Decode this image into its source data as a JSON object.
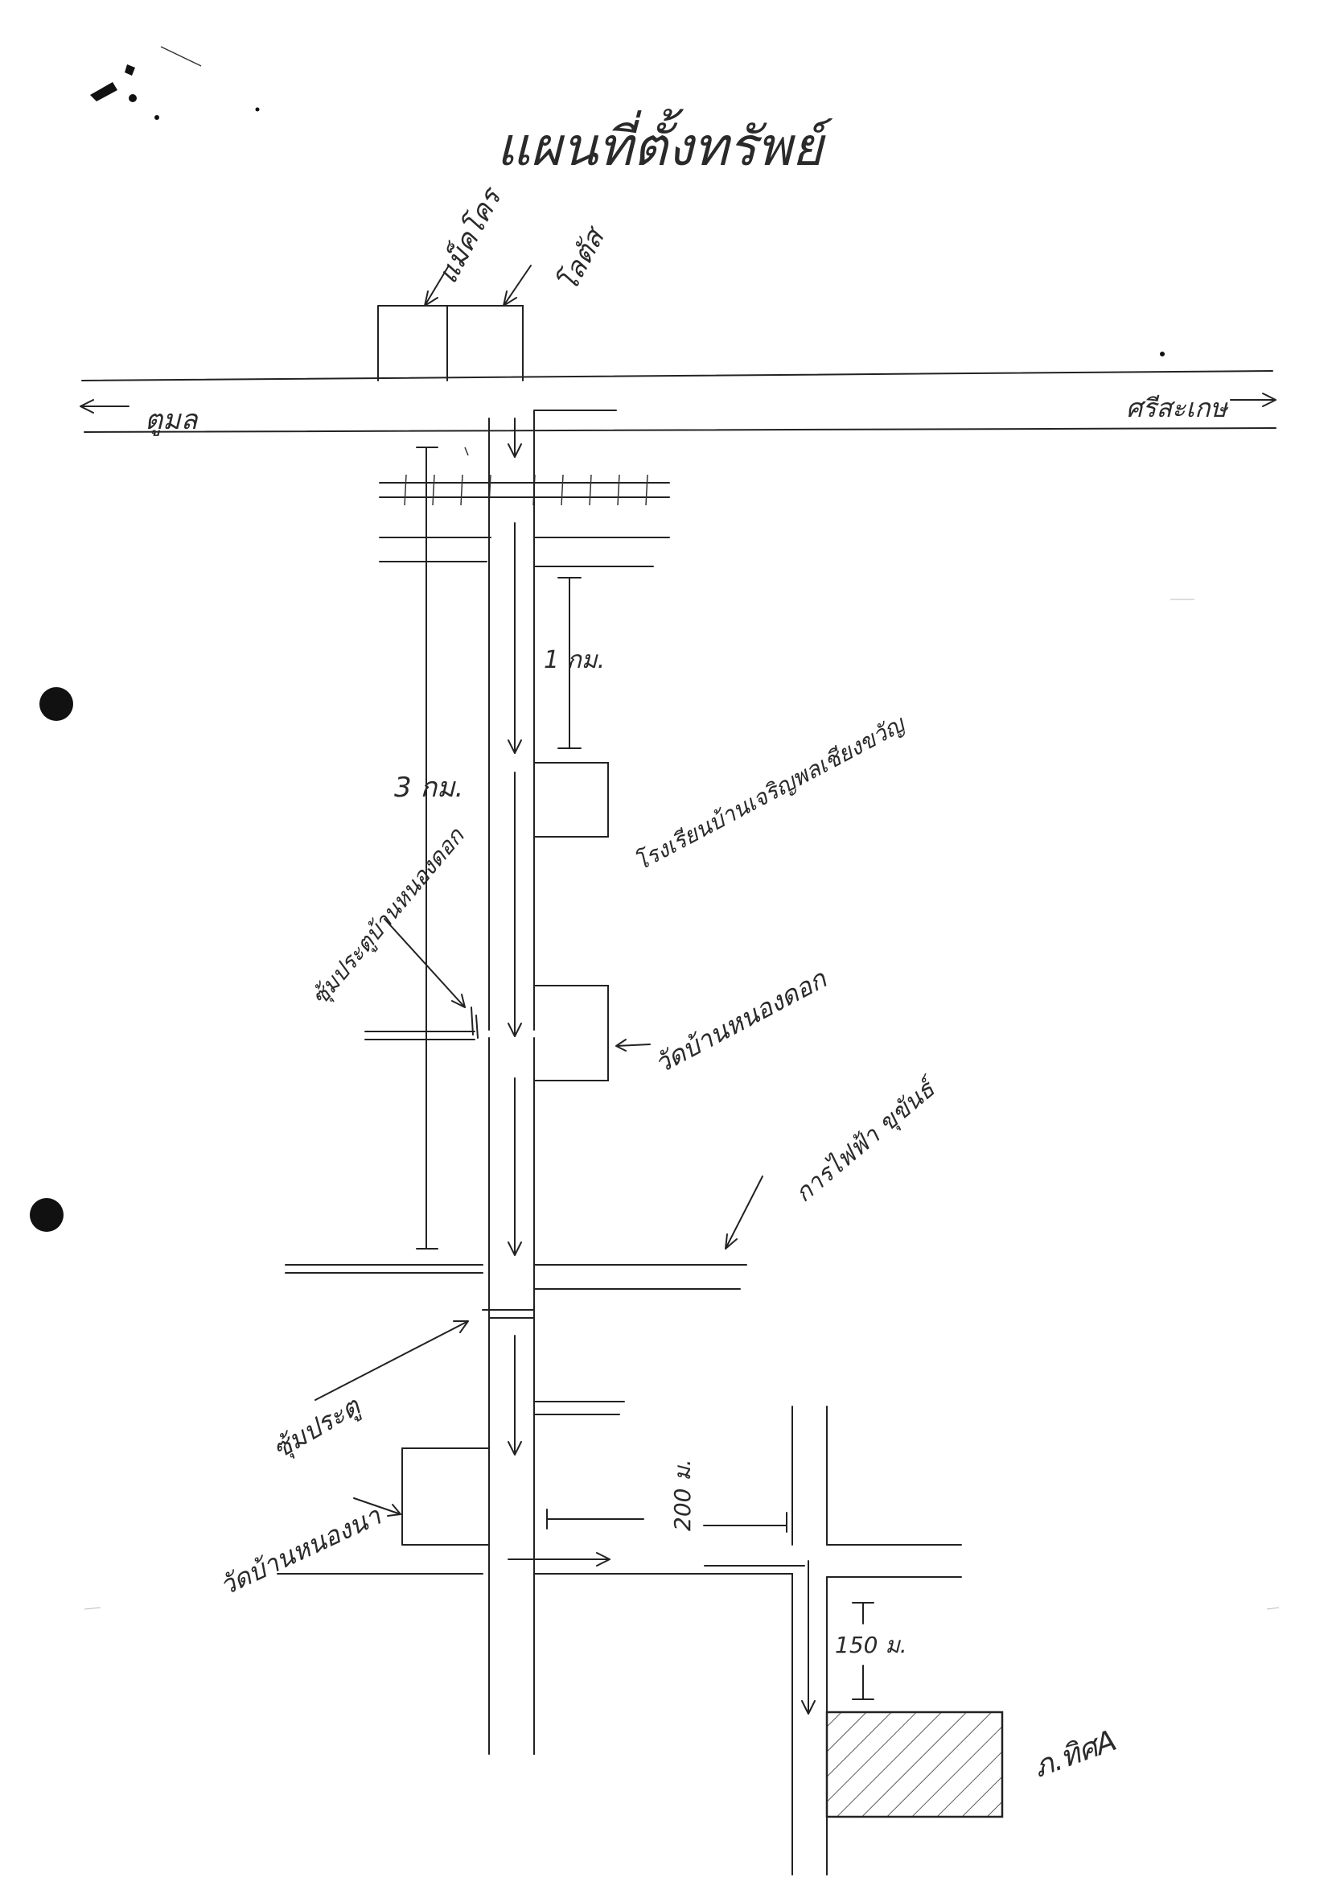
{
  "map": {
    "title": "แผนที่ตั้งทรัพย์",
    "labels": {
      "building_left": "แม็คโคร",
      "building_right": "โลตัส",
      "road_left": "ตูมล",
      "road_right": "ศรีสะเกษ",
      "dist_1km": "1 กม.",
      "dist_3km": "3 กม.",
      "school": "โรงเรียนบ้านเจริญพลเชียงขวัญ",
      "well": "ซุ้มประตูบ้านหนองดอก",
      "temple_1": "วัดบ้านหนองดอก",
      "pea": "การไฟฟ้า ขุขันธ์",
      "gate": "ซุ้มประตู",
      "temple_2": "วัดบ้านหนองนา",
      "dist_200m": "200 ม.",
      "dist_150m": "150 ม.",
      "parcel": "ภ.ทิศA"
    }
  }
}
